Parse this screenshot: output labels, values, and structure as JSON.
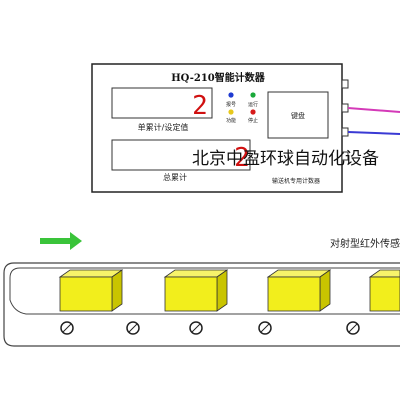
{
  "device": {
    "title": "HQ-210智能计数器",
    "display1_digit": "2",
    "display1_label": "单累计/设定值",
    "display2_digit": "2",
    "display2_label": "总累计",
    "indicators": [
      {
        "label": "报号",
        "color": "#1f3bd1"
      },
      {
        "label": "运行",
        "color": "#1aa83a"
      },
      {
        "label": "功能",
        "color": "#e7c81c"
      },
      {
        "label": "停止",
        "color": "#d61a1a"
      }
    ],
    "keypad_label": "键盘",
    "footer_label": "输送机专用计数器"
  },
  "watermark": "北京中盈环球自动化设备",
  "sensor_label": "对射型红外传感",
  "colors": {
    "digit": "#d01010",
    "box_fill": "#f2ee1c",
    "box_side": "#c9c400",
    "arrow": "#3ac43a",
    "wire_top": "#d43ab8",
    "wire_bottom": "#3a3ad4"
  }
}
